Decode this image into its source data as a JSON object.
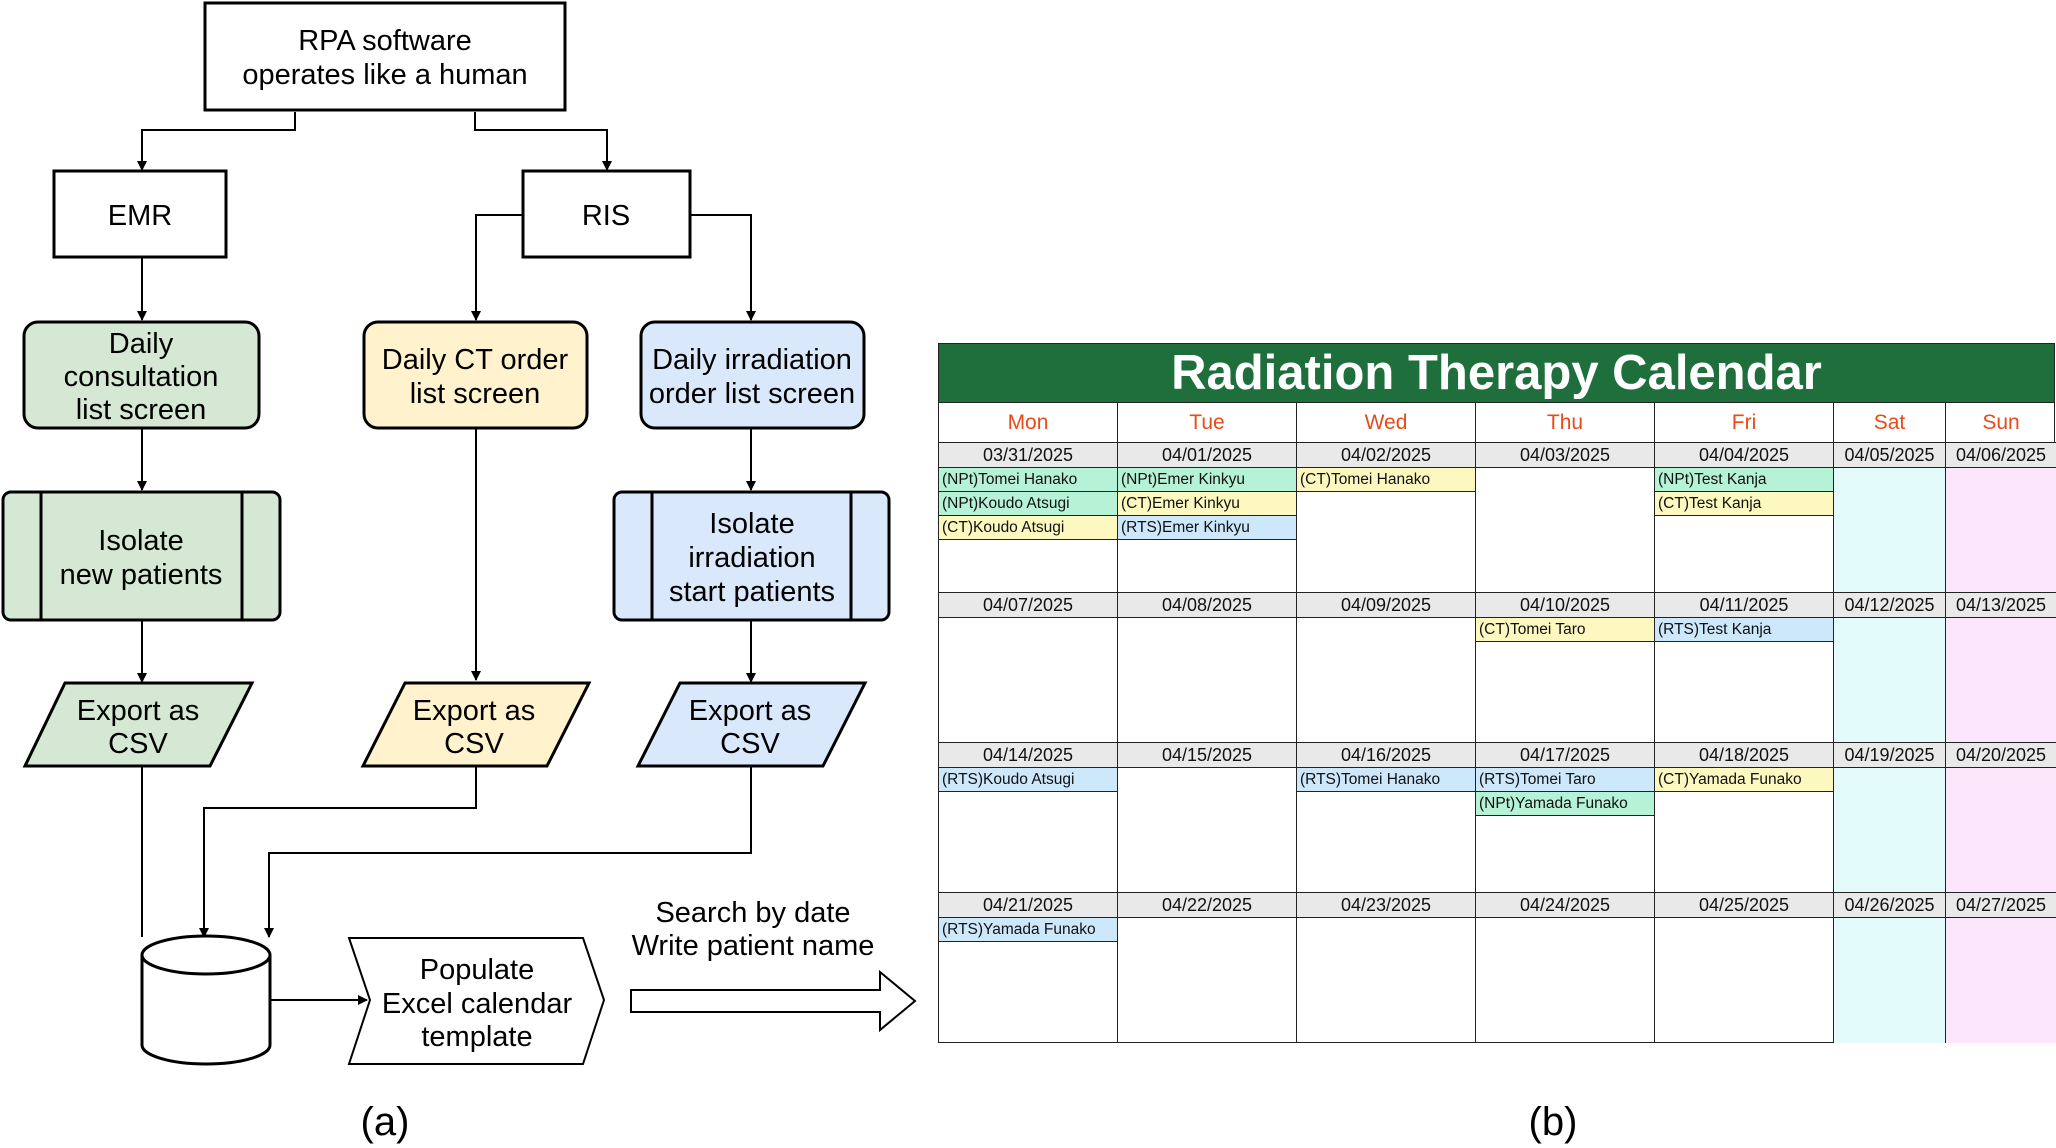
{
  "flowchart": {
    "top": {
      "line1": "RPA software",
      "line2": "operates like a human"
    },
    "emr": "EMR",
    "ris": "RIS",
    "consult": {
      "line1": "Daily",
      "line2": "consultation",
      "line3": "list screen"
    },
    "ct_order": {
      "line1": "Daily CT order",
      "line2": "list screen"
    },
    "irr_order": {
      "line1": "Daily irradiation",
      "line2": "order list screen"
    },
    "isolate_new": {
      "line1": "Isolate",
      "line2": "new patients"
    },
    "isolate_irr": {
      "line1": "Isolate",
      "line2": "irradiation",
      "line3": "start patients"
    },
    "export": {
      "line1": "Export as",
      "line2": "CSV"
    },
    "populate": {
      "line1": "Populate",
      "line2": "Excel calendar",
      "line3": "template"
    },
    "search": {
      "line1": "Search by date",
      "line2": "Write patient name"
    },
    "colors": {
      "green": "#d5e8d4",
      "yellow": "#fff2cc",
      "blue": "#dae8fc",
      "stroke": "#000000"
    }
  },
  "captions": {
    "a": "(a)",
    "b": "(b)"
  },
  "calendar": {
    "title": "Radiation Therapy Calendar",
    "day_headers": [
      "Mon",
      "Tue",
      "Wed",
      "Thu",
      "Fri",
      "Sat",
      "Sun"
    ],
    "colors": {
      "title_bg": "#1f6f3c",
      "header_text": "#e84a1a",
      "np": "#b6f2d6",
      "ct": "#fdf8bf",
      "rts": "#cde7fb",
      "sat": "#e4fbfb",
      "sun": "#fce6fc"
    },
    "weeks": [
      {
        "days": [
          {
            "date": "03/31/2025",
            "entries": [
              {
                "text": "(NPt)Tomei Hanako",
                "type": "np"
              },
              {
                "text": "(NPt)Koudo Atsugi",
                "type": "np"
              },
              {
                "text": "(CT)Koudo Atsugi",
                "type": "ct"
              }
            ]
          },
          {
            "date": "04/01/2025",
            "entries": [
              {
                "text": "(NPt)Emer Kinkyu",
                "type": "np"
              },
              {
                "text": "(CT)Emer Kinkyu",
                "type": "ct"
              },
              {
                "text": "(RTS)Emer Kinkyu",
                "type": "rts"
              }
            ]
          },
          {
            "date": "04/02/2025",
            "entries": [
              {
                "text": "(CT)Tomei Hanako",
                "type": "ct"
              }
            ]
          },
          {
            "date": "04/03/2025",
            "entries": []
          },
          {
            "date": "04/04/2025",
            "entries": [
              {
                "text": "(NPt)Test Kanja",
                "type": "np"
              },
              {
                "text": "(CT)Test Kanja",
                "type": "ct"
              }
            ]
          },
          {
            "date": "04/05/2025",
            "entries": []
          },
          {
            "date": "04/06/2025",
            "entries": []
          }
        ]
      },
      {
        "days": [
          {
            "date": "04/07/2025",
            "entries": []
          },
          {
            "date": "04/08/2025",
            "entries": []
          },
          {
            "date": "04/09/2025",
            "entries": []
          },
          {
            "date": "04/10/2025",
            "entries": [
              {
                "text": "(CT)Tomei Taro",
                "type": "ct"
              }
            ]
          },
          {
            "date": "04/11/2025",
            "entries": [
              {
                "text": "(RTS)Test Kanja",
                "type": "rts"
              }
            ]
          },
          {
            "date": "04/12/2025",
            "entries": []
          },
          {
            "date": "04/13/2025",
            "entries": []
          }
        ]
      },
      {
        "days": [
          {
            "date": "04/14/2025",
            "entries": [
              {
                "text": "(RTS)Koudo Atsugi",
                "type": "rts"
              }
            ]
          },
          {
            "date": "04/15/2025",
            "entries": []
          },
          {
            "date": "04/16/2025",
            "entries": [
              {
                "text": "(RTS)Tomei Hanako",
                "type": "rts"
              }
            ]
          },
          {
            "date": "04/17/2025",
            "entries": [
              {
                "text": "(RTS)Tomei Taro",
                "type": "rts"
              },
              {
                "text": "(NPt)Yamada Funako",
                "type": "np"
              }
            ]
          },
          {
            "date": "04/18/2025",
            "entries": [
              {
                "text": "(CT)Yamada Funako",
                "type": "ct"
              }
            ]
          },
          {
            "date": "04/19/2025",
            "entries": []
          },
          {
            "date": "04/20/2025",
            "entries": []
          }
        ]
      },
      {
        "days": [
          {
            "date": "04/21/2025",
            "entries": [
              {
                "text": "(RTS)Yamada Funako",
                "type": "rts"
              }
            ]
          },
          {
            "date": "04/22/2025",
            "entries": []
          },
          {
            "date": "04/23/2025",
            "entries": []
          },
          {
            "date": "04/24/2025",
            "entries": []
          },
          {
            "date": "04/25/2025",
            "entries": []
          },
          {
            "date": "04/26/2025",
            "entries": []
          },
          {
            "date": "04/27/2025",
            "entries": []
          }
        ]
      }
    ]
  }
}
